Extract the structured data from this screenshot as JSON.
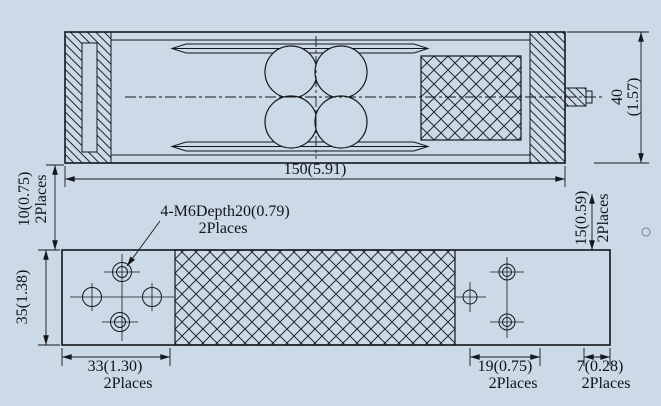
{
  "drawing": {
    "background_color": "#cbdae6",
    "line_color": "#14181c"
  },
  "side_view": {
    "length_dim": "150(5.91)",
    "height_dim_mm": "40",
    "height_dim_in": "(1.57)"
  },
  "plan_view": {
    "edge_offset_dim": "10(0.75)",
    "edge_offset_note": "2Places",
    "width_dim": "35(1.38)",
    "thread_callout": "4-M6Depth20(0.79)",
    "thread_callout_note": "2Places",
    "left_hole_span_dim": "33(1.30)",
    "left_hole_span_note": "2Places",
    "right_hole_span_dim": "19(0.75)",
    "right_hole_span_note": "2Places",
    "right_edge_dim": "7(0.28)",
    "right_edge_note": "2Places",
    "right_offset_dim": "15(0.59)",
    "right_offset_note": "2Places"
  }
}
